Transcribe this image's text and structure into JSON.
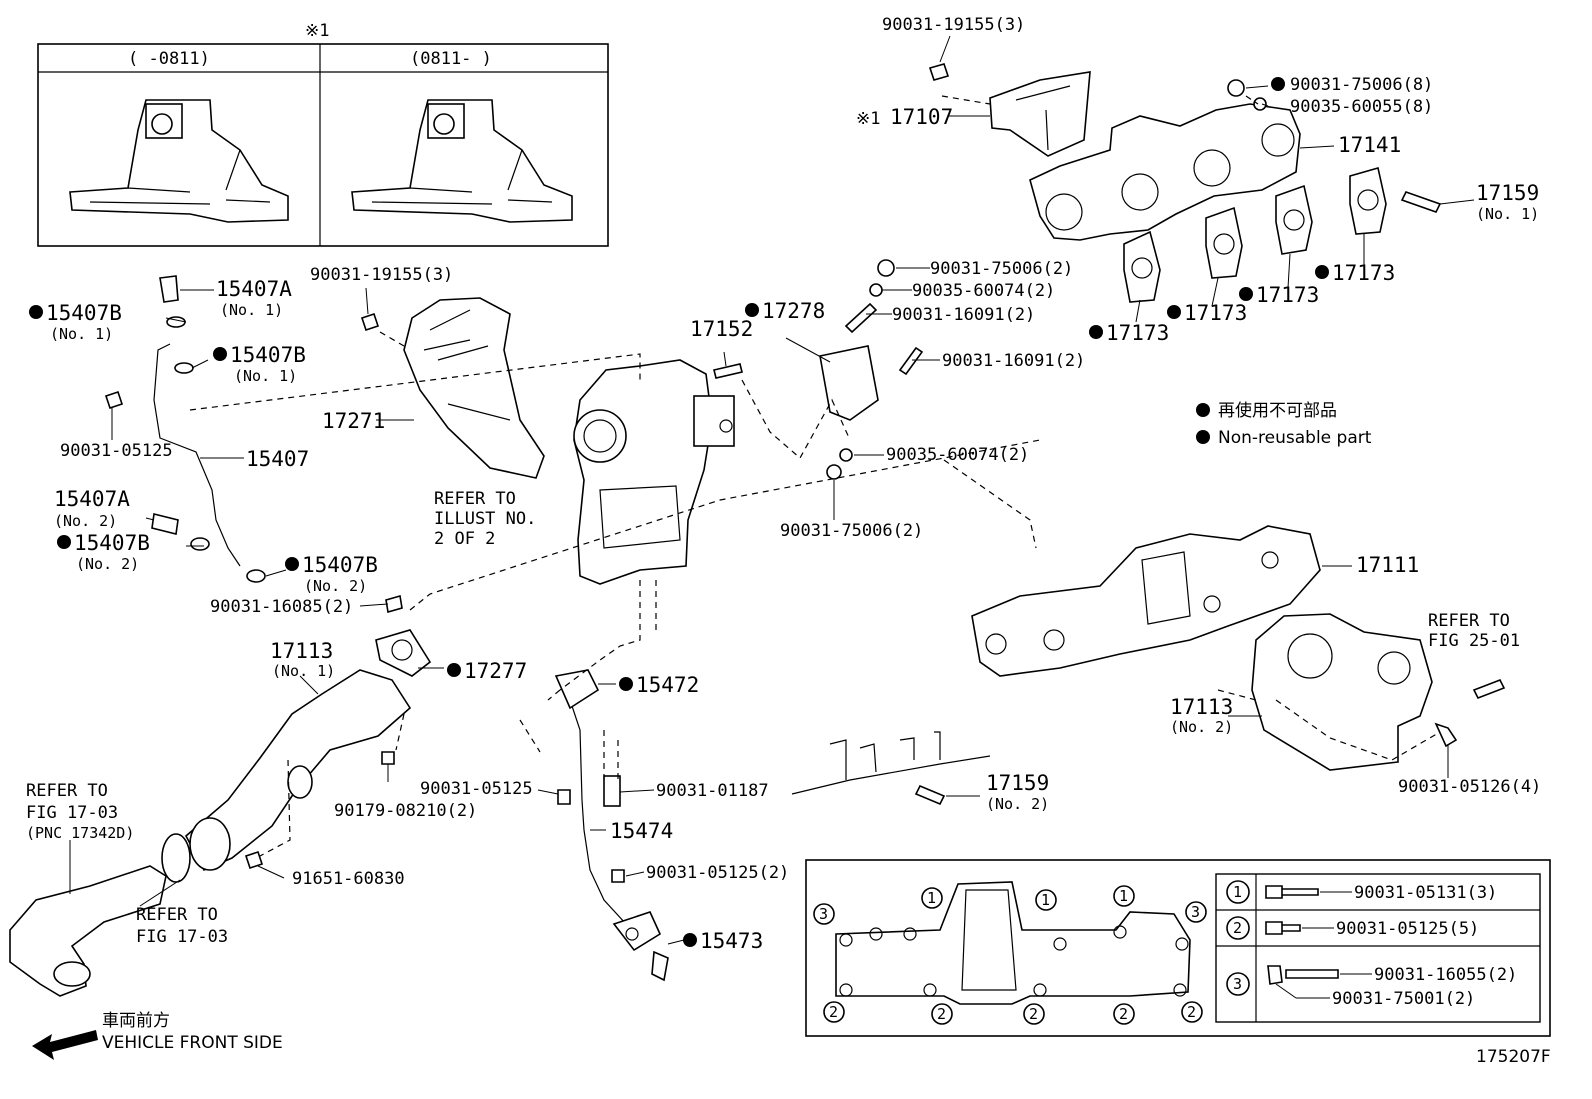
{
  "header_note": "※1",
  "inset": {
    "left_caption": "(     -0811)",
    "right_caption": "(0811-     )"
  },
  "legend": {
    "mark_ja": "再使用不可部品",
    "mark_en": "Non-reusable part"
  },
  "callouts": {
    "p90031_19155_top": "90031-19155(3)",
    "note_17107": "※1",
    "p17107": "17107",
    "p90031_75006_8": "90031-75006(8)",
    "p90035_60055_8": "90035-60055(8)",
    "p17141": "17141",
    "p17159_1": "17159",
    "p17159_1_sub": "(No. 1)",
    "p17173_a": "17173",
    "p17173_b": "17173",
    "p17173_c": "17173",
    "p17173_d": "17173",
    "p90031_75006_2a": "90031-75006(2)",
    "p90035_60074_2a": "90035-60074(2)",
    "p90031_16091_2a": "90031-16091(2)",
    "p90031_16091_2b": "90031-16091(2)",
    "p17278": "17278",
    "p17152": "17152",
    "p90035_60074_2b": "90035-60074(2)",
    "p90031_75006_2b": "90031-75006(2)",
    "p90031_19155_mid": "90031-19155(3)",
    "p15407A_1": "15407A",
    "p15407A_1_sub": "(No. 1)",
    "p15407B_1a": "15407B",
    "p15407B_1a_sub": "(No. 1)",
    "p15407B_1b": "15407B",
    "p15407B_1b_sub": "(No. 1)",
    "p17271": "17271",
    "p90031_05125_a": "90031-05125",
    "p15407": "15407",
    "p15407A_2": "15407A",
    "p15407A_2_sub": "(No. 2)",
    "p15407B_2a": "15407B",
    "p15407B_2a_sub": "(No. 2)",
    "p15407B_2b": "15407B",
    "p15407B_2b_sub": "(No. 2)",
    "refer_illust_1": "REFER TO",
    "refer_illust_2": "ILLUST NO.",
    "refer_illust_3": "2 OF 2",
    "p90031_16085": "90031-16085(2)",
    "p17113_1": "17113",
    "p17113_1_sub": "(No. 1)",
    "p17277": "17277",
    "p15472": "15472",
    "p17111": "17111",
    "refer_fig25_1": "REFER TO",
    "refer_fig25_2": "FIG 25-01",
    "p17113_2": "17113",
    "p17113_2_sub": "(No. 2)",
    "refer_fig1703_a1": "REFER TO",
    "refer_fig1703_a2": "FIG 17-03",
    "refer_fig1703_a3": "(PNC 17342D)",
    "p90179_08210": "90179-08210(2)",
    "p90031_05125_b": "90031-05125",
    "p90031_01187": "90031-01187",
    "p17159_2": "17159",
    "p17159_2_sub": "(No. 2)",
    "p90031_05126": "90031-05126(4)",
    "p15474": "15474",
    "p91651_60830": "91651-60830",
    "refer_fig1703_b1": "REFER TO",
    "refer_fig1703_b2": "FIG 17-03",
    "p90031_05125_2": "90031-05125(2)",
    "p15473": "15473"
  },
  "bolt_table": [
    {
      "key": "1",
      "parts": [
        "90031-05131(3)"
      ]
    },
    {
      "key": "2",
      "parts": [
        "90031-05125(5)"
      ]
    },
    {
      "key": "3",
      "parts": [
        "90031-16055(2)",
        "90031-75001(2)"
      ]
    }
  ],
  "gasket_markers": [
    "3",
    "1",
    "1",
    "1",
    "3",
    "2",
    "2",
    "2",
    "2",
    "2"
  ],
  "footer": {
    "direction_ja": "車両前方",
    "direction_en": "VEHICLE FRONT SIDE",
    "figure_id": "175207F"
  }
}
